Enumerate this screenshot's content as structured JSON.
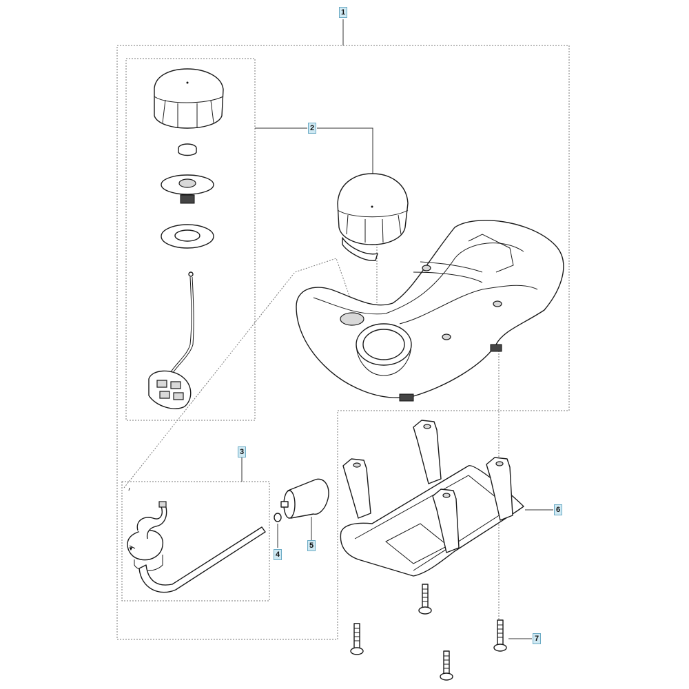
{
  "labels": {
    "tag1": "1",
    "tag2": "2",
    "tag3": "3",
    "tag4": "4",
    "tag5": "5",
    "tag6": "6",
    "tag7": "7"
  },
  "colors": {
    "tag_fill": "#cfe9f3",
    "tag_border": "#6aaac4",
    "line": "#1a1a1a",
    "frame": "#777777"
  }
}
